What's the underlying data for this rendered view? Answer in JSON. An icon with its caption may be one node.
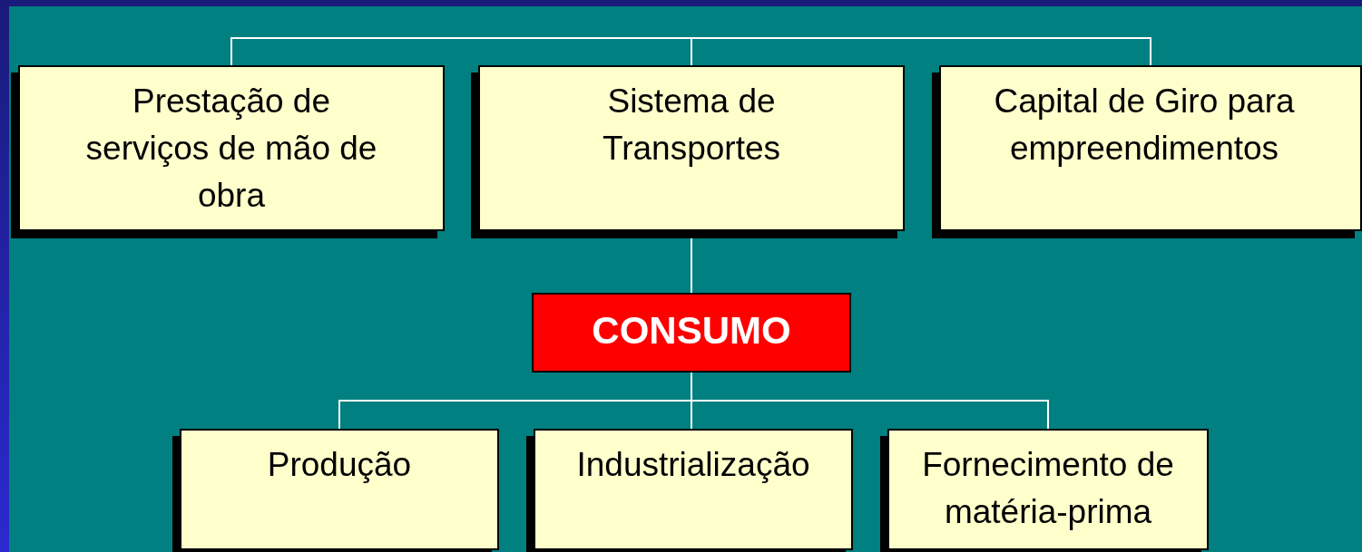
{
  "diagram": {
    "nodes": [
      {
        "text": [
          "Prestação de serviços de mão de obra"
        ]
      },
      {
        "text": [
          "Sistema de Transportes"
        ]
      },
      {
        "text": [
          "Capital de Giro para empreendimentos"
        ]
      },
      {
        "text": [
          "CONSUMO"
        ]
      },
      {
        "text": [
          "Produção"
        ]
      },
      {
        "text": [
          "Industrialização"
        ]
      },
      {
        "text": [
          "Fornecimento de matéria-prima"
        ]
      }
    ],
    "edges": [
      {
        "from": 0,
        "to": 1,
        "arrow": "none"
      },
      {
        "from": 1,
        "to": 2,
        "arrow": "none"
      },
      {
        "from": 1,
        "to": 3,
        "arrow": "none"
      },
      {
        "from": 3,
        "to": 4,
        "arrow": "none"
      },
      {
        "from": 3,
        "to": 5,
        "arrow": "none"
      },
      {
        "from": 3,
        "to": 6,
        "arrow": "none"
      }
    ]
  }
}
